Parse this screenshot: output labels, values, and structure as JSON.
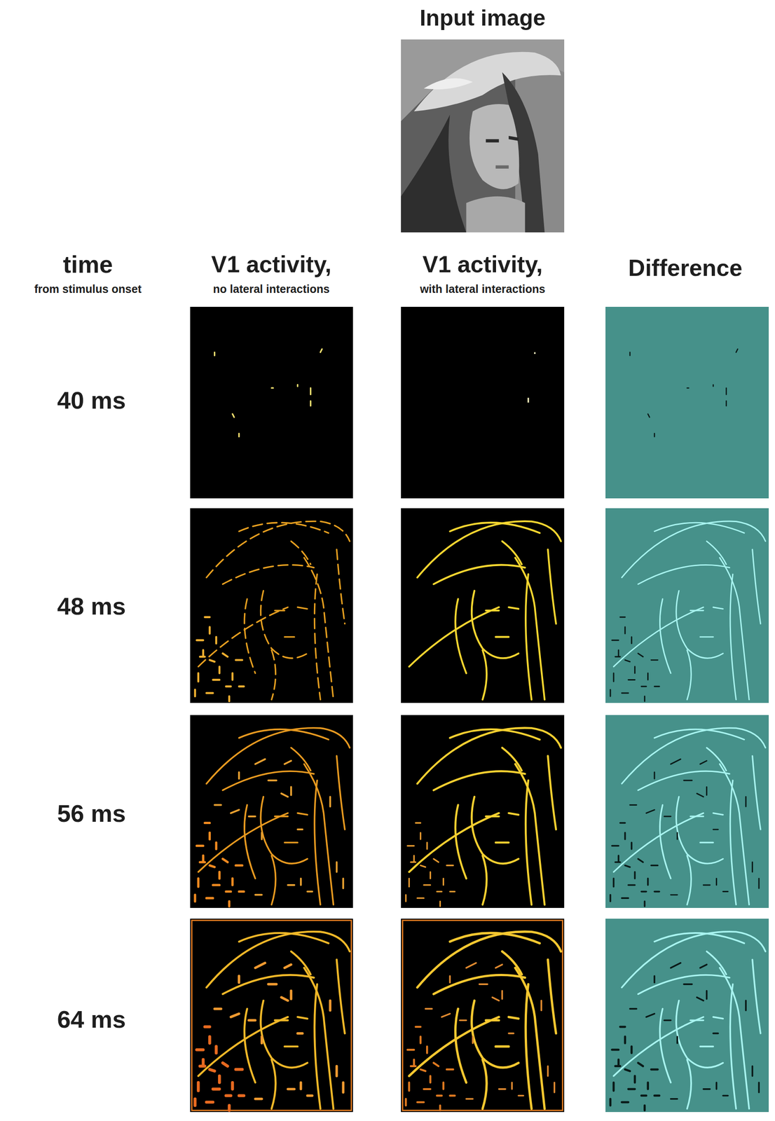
{
  "diagram": {
    "labels": [
      "Input image",
      "time",
      "from stimulus onset",
      "V1 activity,",
      "no lateral interactions",
      "V1 activity,",
      "with lateral interactions",
      "Difference",
      "40 ms",
      "48 ms",
      "56 ms",
      "64 ms"
    ]
  }
}
